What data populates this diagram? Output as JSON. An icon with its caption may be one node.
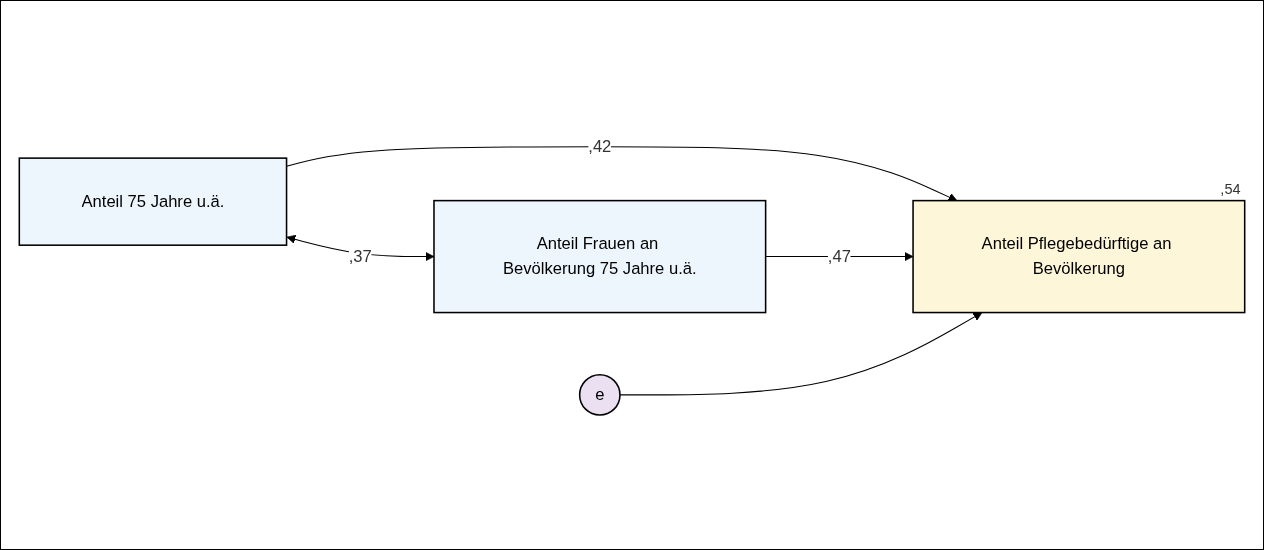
{
  "diagram": {
    "nodes": [
      {
        "text": [
          "Anteil 75 Jahre u.ä."
        ]
      },
      {
        "text": [
          "Anteil Frauen an Bevölkerung 75 Jahre u.ä."
        ]
      },
      {
        "text": [
          "e"
        ]
      },
      {
        "text": [
          "Anteil Pflegebedürftige an Bevölkerung"
        ],
        "beside": [
          ",54"
        ]
      }
    ],
    "edges": [
      {
        "from": 0,
        "to": 1,
        "arrow": "both",
        "label": ",37"
      },
      {
        "from": 0,
        "to": 3,
        "arrow": "to",
        "label": ",42"
      },
      {
        "from": 1,
        "to": 3,
        "arrow": "to",
        "label": ",47"
      },
      {
        "from": 2,
        "to": 3,
        "arrow": "to"
      }
    ]
  }
}
